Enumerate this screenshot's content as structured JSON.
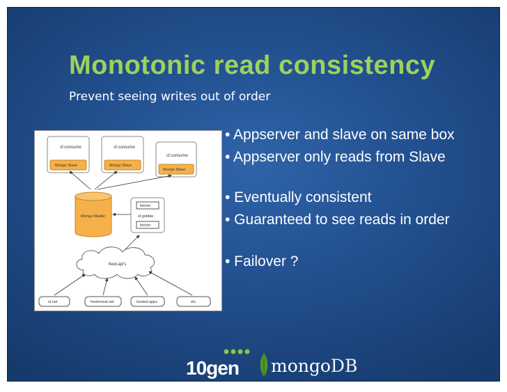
{
  "slide": {
    "title": "Monotonic read consistency",
    "subtitle": "Prevent seeing writes out of order"
  },
  "bullets": [
    "• Appserver and slave on same box",
    "• Appserver only reads from Slave",
    "• Eventually consistent",
    "• Guaranteed to see reads in order",
    "• Failover ?"
  ],
  "diagram": {
    "appservers": [
      "sf.consume",
      "sf.consume",
      "sf.consume"
    ],
    "slaves": [
      "Mongo Slave",
      "Mongo Slave",
      "Mongo Slave"
    ],
    "master": "Mongo Master",
    "side_box_top": "fetcher",
    "side_box_mid": "sf.gobble",
    "side_box_bottom": "fetcher",
    "cloud": "feed.api's",
    "sources": [
      "sf.net",
      "freshmeat.net",
      "hosted.apps",
      "etc"
    ]
  },
  "logo": {
    "company": "10gen",
    "product_prefix": "mongo",
    "product_suffix": "DB",
    "dots_color": "#8dc63f",
    "leaf_color": "#4c9a2a"
  },
  "colors": {
    "title": "#9dd25d",
    "background": "#22508f",
    "slave_fill": "#f5b04a",
    "slave_border": "#c8861e"
  }
}
